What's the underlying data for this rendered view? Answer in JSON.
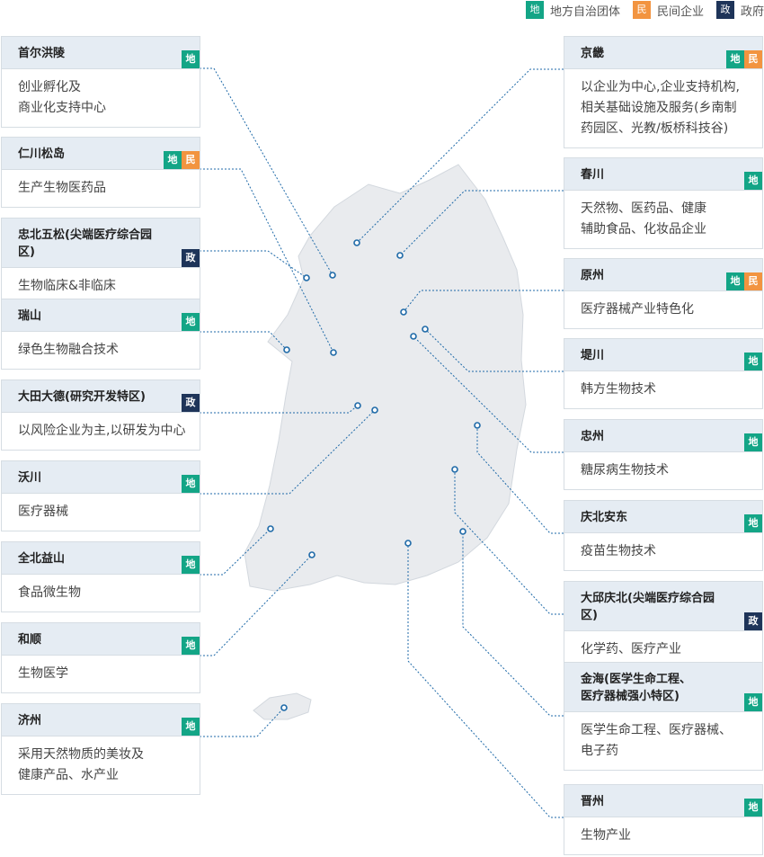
{
  "legend": [
    {
      "badge": "地",
      "label": "地方自治团体",
      "type": "local"
    },
    {
      "badge": "民",
      "label": "民间企业",
      "type": "private"
    },
    {
      "badge": "政",
      "label": "政府",
      "type": "gov"
    }
  ],
  "colors": {
    "local": "#13a586",
    "private": "#f29440",
    "gov": "#1e3459",
    "line": "#1f6aa8",
    "map": "#e9ebee"
  },
  "badge_text": {
    "local": "地",
    "private": "民",
    "gov": "政"
  },
  "regions": [
    {
      "id": "seoul",
      "title": [
        "首尔洪陵"
      ],
      "badges": [
        "local"
      ],
      "desc": [
        "创业孵化及",
        "商业化支持中心"
      ]
    },
    {
      "id": "incheon",
      "title": [
        "仁川松岛"
      ],
      "badges": [
        "local",
        "private"
      ],
      "desc": [
        "生产生物医药品"
      ]
    },
    {
      "id": "osong",
      "title": [
        "忠北五松(尖端医疗综合园区)"
      ],
      "badges": [
        "gov"
      ],
      "desc": [
        "生物临床&非临床"
      ]
    },
    {
      "id": "seosan",
      "title": [
        "瑞山"
      ],
      "badges": [
        "local"
      ],
      "desc": [
        "绿色生物融合技术"
      ]
    },
    {
      "id": "daejeon",
      "title": [
        "大田大德(研究开发特区)"
      ],
      "badges": [
        "gov"
      ],
      "desc": [
        "以风险企业为主,以研发为中心"
      ]
    },
    {
      "id": "okcheon",
      "title": [
        "沃川"
      ],
      "badges": [
        "local"
      ],
      "desc": [
        "医疗器械"
      ]
    },
    {
      "id": "iksan",
      "title": [
        "全北益山"
      ],
      "badges": [
        "local"
      ],
      "desc": [
        "食品微生物"
      ]
    },
    {
      "id": "hwasun",
      "title": [
        "和顺"
      ],
      "badges": [
        "local"
      ],
      "desc": [
        "生物医学"
      ]
    },
    {
      "id": "jeju",
      "title": [
        "济州"
      ],
      "badges": [
        "local"
      ],
      "desc": [
        "采用天然物质的美妆及",
        "健康产品、水产业"
      ]
    },
    {
      "id": "gyeonggi",
      "title": [
        "京畿"
      ],
      "badges": [
        "local",
        "private"
      ],
      "desc": [
        "以企业为中心,企业支持机构,",
        "相关基础设施及服务(乡南制",
        "药园区、光教/板桥科技谷)"
      ]
    },
    {
      "id": "chuncheon",
      "title": [
        "春川"
      ],
      "badges": [
        "local"
      ],
      "desc": [
        "天然物、医药品、健康",
        "辅助食品、化妆品企业"
      ]
    },
    {
      "id": "wonju",
      "title": [
        "原州"
      ],
      "badges": [
        "local",
        "private"
      ],
      "desc": [
        "医疗器械产业特色化"
      ]
    },
    {
      "id": "jecheon",
      "title": [
        "堤川"
      ],
      "badges": [
        "local"
      ],
      "desc": [
        "韩方生物技术"
      ]
    },
    {
      "id": "chungju",
      "title": [
        "忠州"
      ],
      "badges": [
        "local"
      ],
      "desc": [
        "糖尿病生物技术"
      ]
    },
    {
      "id": "andong",
      "title": [
        "庆北安东"
      ],
      "badges": [
        "local"
      ],
      "desc": [
        "疫苗生物技术"
      ]
    },
    {
      "id": "daegu",
      "title": [
        "大邱庆北(尖端医疗综合园区)"
      ],
      "badges": [
        "gov"
      ],
      "desc": [
        "化学药、医疗产业"
      ]
    },
    {
      "id": "gimhae",
      "title": [
        "金海(医学生命工程、",
        "医疗器械强小特区)"
      ],
      "badges": [
        "local"
      ],
      "desc": [
        "医学生命工程、医疗器械、",
        "电子药"
      ]
    },
    {
      "id": "jinju",
      "title": [
        "晋州"
      ],
      "badges": [
        "local"
      ],
      "desc": [
        "生物产业"
      ]
    }
  ]
}
